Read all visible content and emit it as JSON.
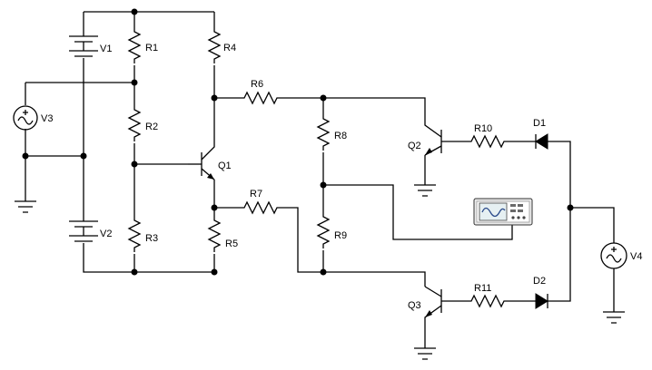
{
  "components": {
    "v1": "V1",
    "v2": "V2",
    "v3": "V3",
    "v4": "V4",
    "r1": "R1",
    "r2": "R2",
    "r3": "R3",
    "r4": "R4",
    "r5": "R5",
    "r6": "R6",
    "r7": "R7",
    "r8": "R8",
    "r9": "R9",
    "r10": "R10",
    "r11": "R11",
    "q1": "Q1",
    "q2": "Q2",
    "q3": "Q3",
    "d1": "D1",
    "d2": "D2"
  }
}
